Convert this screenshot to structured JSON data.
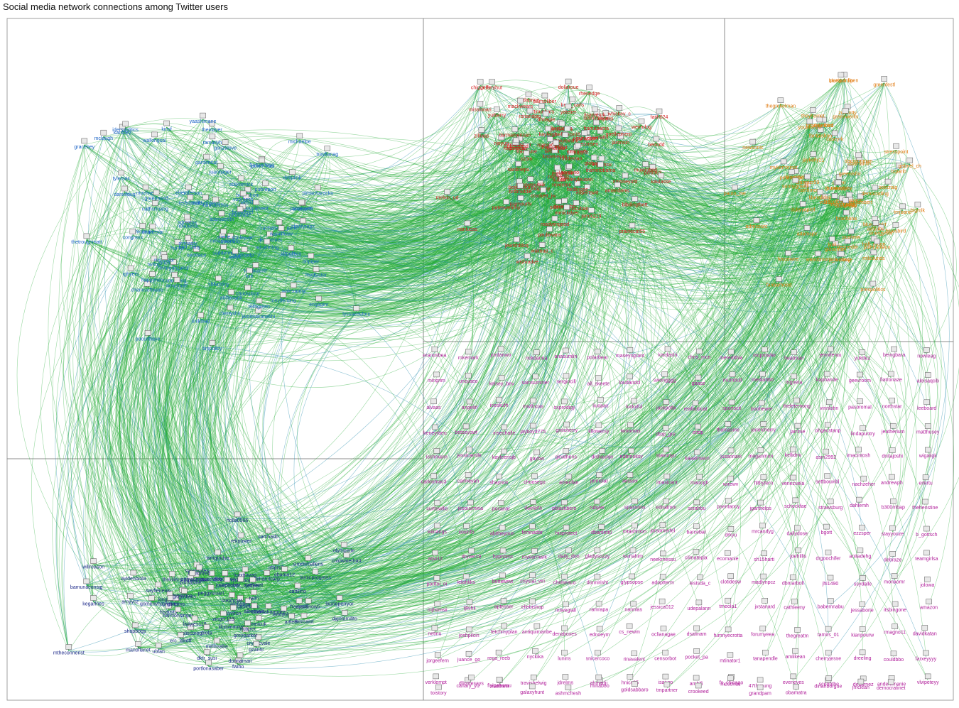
{
  "title": "Social media network connections among Twitter users",
  "colors": {
    "edge_primary": "#22aa33",
    "edge_secondary": "#2d8fb0",
    "frame": "#888888",
    "clusters": [
      "#1b63c6",
      "#d21f1f",
      "#e07a10",
      "#1e2a8a",
      "#222222",
      "#b01e9a",
      "#1b9a9a",
      "#4a7a1a"
    ]
  },
  "clusters": [
    {
      "id": "blue-left",
      "color_index": 0,
      "labels": [
        "abillpoardi",
        "gonzalove",
        "juannager",
        "danieldug",
        "mvdsister",
        "carlosrang",
        "mochnet",
        "adanielroth",
        "meltlynnjessi",
        "necklace",
        "ighyers",
        "nathcrmang",
        "engaginr",
        "redstatelib",
        "ontinetypi",
        "tambalastr",
        "democrats",
        "rachelle_a_peric",
        "chencsoftware",
        "kinsf",
        "gourseverit",
        "colorado",
        "samuelp",
        "greenmind",
        "fruitandegg",
        "ishkstrupr",
        "latpolitics",
        "chuckplum",
        "jamietakahashi",
        "michaelpe",
        "walexanny",
        "happyneo",
        "newsmatt",
        "jackm_klin",
        "staycerrick",
        "bonoitslef",
        "hunter",
        "lovingonzalez",
        "tonyfleming",
        "pubreport",
        "nolabelsb",
        "tomsandsis",
        "tylersax",
        "congress",
        "anakanth",
        "johnstone",
        "twitop",
        "gracebey",
        "snikbiari",
        "troyfianag",
        "deeplink",
        "repnotroi",
        "shirleyvan",
        "recovering",
        "theindyer",
        "kandaty",
        "lyssaedsforc",
        "thetroughmatt",
        "pimacharocks",
        "onpiper",
        "slowlyrepx",
        "cherryshin",
        "prosevans",
        "lord_platy",
        "avrnasty",
        "timpolicy",
        "ehenderson",
        "wanilifcaw",
        "sdrcome",
        "mmaswans",
        "walkingsal",
        "saddenno",
        "yaashimane",
        "willyz",
        "ramatiyh",
        "terrigreen",
        "boonehom",
        "shlumorg",
        "kirk",
        "pocurthaye",
        "hethiki",
        "voorhees",
        "oneil",
        "mclaugh",
        "oriene",
        "iderspolitics",
        "gardencat"
      ]
    },
    {
      "id": "red-top",
      "color_index": 1,
      "labels": [
        "peril963",
        "rapaiinf",
        "weimdog",
        "jewishbloq",
        "expertswit",
        "pamsiliber",
        "mujeriibrid",
        "brad_carls",
        "njeyun",
        "artinunbars",
        "faith024",
        "reconsev",
        "ronandjan",
        "drmccuban",
        "paulitwans",
        "libertarian",
        "zilliaqs",
        "jwpersi",
        "reventon",
        "missionari",
        "roadwingeed",
        "legalinsu",
        "hedlingoc",
        "prosethaik",
        "quicksilver",
        "wishradve",
        "thewhodunit",
        "itmoneyofd",
        "sunnysevan",
        "tisrmamerican",
        "joefrance16",
        "forintu37",
        "hmdenian",
        "chiggers",
        "wakeup_c",
        "pateswearhy",
        "jaronsin",
        "lindaprice",
        "rhenedge",
        "tiemaa",
        "beijerfeed",
        "stacyjune",
        "lisanaturk",
        "dollaroue",
        "yankeeinthe",
        "sarlatin",
        "s10m",
        "sardinepu",
        "fobpamy",
        "derekinhp",
        "lovertia",
        "rogernicka",
        "dhoagie",
        "jeamourhi",
        "tlubert",
        "tomferyfeusen",
        "kaulasse",
        "globalpa",
        "amandarec",
        "qoellepherp",
        "mamaclaire",
        "urarowdy",
        "whiskey_c",
        "mackwears",
        "mytwosen",
        "nanlucas",
        "giordano",
        "kayleigh",
        "sideond",
        "prairiecat55",
        "frametobama",
        "knowvecan",
        "northemp",
        "melvin_ud",
        "kjndfatai",
        "yatelier",
        "ssmprepublik",
        "jkwld",
        "mmickdyer",
        "blbdingtbett",
        "oboeseesd",
        "jefferyhut",
        "jerick213",
        "brittmiddle",
        "beoodd",
        "yutberry",
        "framabama",
        "crockett_jw",
        "peakwriter"
      ]
    },
    {
      "id": "orange-right",
      "color_index": 2,
      "labels": [
        "seecraig",
        "zuccotty",
        "ghhub",
        "ranlambert",
        "obamanith",
        "adamsjor",
        "bluesnrgirt",
        "bluesbird",
        "chsen",
        "glassman",
        "tcparlo",
        "rebelbird",
        "tomthembird",
        "lyoli",
        "brachana",
        "half_moon",
        "thegrekelman",
        "fieryreddr",
        "jaykelly21",
        "sraspinrer",
        "vd16",
        "wasobmon",
        "energyrew",
        "pullmanleon",
        "fantaishon",
        "penguinlinen",
        "humanityi",
        "fanbarhood",
        "adresourc",
        "greenfestl",
        "dubyyaprsf",
        "prespolitics",
        "newsonic",
        "gabriel_ch",
        "bigmlk",
        "mykerrorinst",
        "mk_rossenn",
        "earthmer",
        "liberalldsp",
        "democoding",
        "dacisionman",
        "theyhomet",
        "pcoliniw",
        "tmjbarie",
        "greenwerks",
        "stargazr59",
        "peteremoc",
        "p_austing",
        "caseyrk",
        "momsrising",
        "greenisfor",
        "bluesbird",
        "pauto_me",
        "sunnygmedi",
        "dekvmore",
        "bluehomtip",
        "tnbrchase",
        "youareinfo",
        "focuswire",
        "stresspoint",
        "actsubu",
        "grownupbay",
        "milsounds"
      ]
    },
    {
      "id": "navy-bottom-left",
      "color_index": 3,
      "labels": [
        "illuminautist",
        "thisisalot",
        "dktr_susi",
        "olympede",
        "holla0506",
        "jrbprof",
        "debohhew",
        "crypticvale",
        "fwiho",
        "wcleimont",
        "donnamari",
        "gomerwho",
        "fancyohna",
        "ubfan",
        "alphabits",
        "simonmallens",
        "watchdog",
        "coldwaterhart",
        "daveshafer",
        "peggystuart",
        "manoflanet",
        "mnicuk",
        "kegarlnes",
        "arfleer",
        "politicorog",
        "portlonasaber",
        "mtheconnerist",
        "greyparker",
        "danielensi",
        "obama12",
        "hbatista",
        "thekillers",
        "jaihamtcarp",
        "shapbogs",
        "sarimadb",
        "gzanhr",
        "laurieperryor",
        "harmonsinger",
        "iaminprogress",
        "ladyjess19",
        "jeffyer",
        "erc_idkoff",
        "luvxtravag",
        "bamunaconsig",
        "stevenotes",
        "rekpower",
        "frameall",
        "nyviron",
        "biola",
        "ratin",
        "iconoclast_atrickwat",
        "djgotamilito",
        "plumbline",
        "albernale",
        "ayidenbiola",
        "kingparker",
        "tnpolitics",
        "sayfienews",
        "rfuturet",
        "wmqradya",
        "obamaharmgrp",
        "zinger123",
        "josephnott",
        "bostonred",
        "willreason",
        "stephmat",
        "gwaves",
        "glmorris",
        "cattilino",
        "melissabe",
        "gkmintwits",
        "amyyoz",
        "spotshow5",
        "democrats"
      ]
    },
    {
      "id": "grid-mix",
      "color_index": 5,
      "labels": [
        "eranosbea",
        "mkemark",
        "jordanwo",
        "nckdanna",
        "anasumlin",
        "polarbear",
        "maseysgrant",
        "kardashi",
        "chris_mcn",
        "meredithia",
        "mcprowler",
        "heatman",
        "jenniferau",
        "yukdez",
        "beingbara",
        "nowleag",
        "mingrim",
        "uncyaeo",
        "kelsey_bev",
        "samsummer",
        "sergiocill",
        "all_skeete",
        "loudandcl",
        "swongggg",
        "gbaoz",
        "mumbull",
        "media360",
        "mgneta",
        "kaphande",
        "geevroom",
        "fiatronaze",
        "aleisaqcib",
        "alvaas",
        "angelirl",
        "iceskufh",
        "mwfincas",
        "oxprodigy",
        "liuopas",
        "luckyful",
        "jackpotbi",
        "realbobcat",
        "sportscit",
        "boohewer",
        "theletemong",
        "vinnlahn",
        "pasoromal",
        "northstar",
        "leeboard",
        "keneyrbeu",
        "betseyowf",
        "irisechalle",
        "jayboy3775",
        "gnitcherry",
        "kflowersy",
        "twoomas",
        "dtop_gre",
        "ettdp",
        "thomasine",
        "jonmcherry",
        "jarrinie",
        "ohgecstanp",
        "lindapuntry",
        "jeatherium",
        "matthusey",
        "ischmann",
        "jessicamile",
        "kayleensjb",
        "gaybw",
        "ginathens",
        "drshaunjo",
        "edbrooksy",
        "stavunyu",
        "kaaatmaun",
        "jusannavi",
        "meganmon",
        "kellidriv",
        "asm2992",
        "imacintosh",
        "dnitajoshi",
        "wigaligk",
        "carlosmac3",
        "carlneyah",
        "shaynus",
        "choosego",
        "amerifan",
        "jennolar",
        "ilessex",
        "imasicant",
        "maoogh",
        "wirewv",
        "filthyfern",
        "venezuela",
        "settbouvibl",
        "nachzeher",
        "andrewph",
        "erikrtu",
        "curtiswllis",
        "jesouvmina",
        "pocanar",
        "daelarts",
        "pblackbern",
        "rubylei",
        "spaxsons",
        "ednalmm",
        "serahbu",
        "psentanny",
        "jgarthelps",
        "schockfae",
        "strawsburg",
        "dahlemh",
        "b300mbap",
        "thehenstine",
        "wilirangs",
        "xosinfo",
        "abitheyoun",
        "femnadar",
        "hisprotect",
        "dbartlett0",
        "mtashroon",
        "jorsomerfel",
        "barcebar",
        "drkyu",
        "mrcandyg",
        "dailydose",
        "bgott",
        "ezzsper",
        "stayyooze",
        "b_gottsch",
        "arjw12",
        "dryver19",
        "hypnomc",
        "myearmark",
        "daily_don",
        "gladysozzy",
        "wuriahim",
        "neekrnessu",
        "climatepla",
        "ecomanie",
        "sh15harti",
        "joehillis",
        "drgoochifer",
        "anitadehg",
        "debraze",
        "teamgirlsa",
        "portfoi_oi",
        "lelahkks",
        "bettiewwt",
        "cnystal_wri",
        "chelseaco",
        "donnirisht",
        "glypsopse",
        "adoptterm",
        "lestsda_c",
        "clotidesw",
        "madlynpcz",
        "dbmarboll",
        "jhi1490",
        "ssydalle",
        "monaomr",
        "jolowa",
        "mjhomsii",
        "tjlishii",
        "aptesser",
        "ellebishop",
        "mtwegiall",
        "ramrapa",
        "nannlas",
        "jessica012",
        "udepalann",
        "tmeola1",
        "jvstanard",
        "cathleeny",
        "babemnabu",
        "jessaborie",
        "itsbingone",
        "amazon",
        "netinu",
        "joshpilcin",
        "fetchmyplan",
        "antiquimanbe",
        "denaboxes",
        "ednoeym",
        "cs_newm",
        "oclianagae",
        "dsalinam",
        "fumnyecrotta",
        "forumyeea",
        "thegreatm",
        "tamirs_01",
        "kianpourw",
        "rmagno11",
        "davidkatan",
        "jorgeefern",
        "juance_go",
        "rega_reeb",
        "nyckika",
        "lunins",
        "snicercoco",
        "rinavalent",
        "censorbot",
        "pocket_pa",
        "mtinator1",
        "tanapendle",
        "amlikean",
        "cherryjesse",
        "dreeling",
        "couldbbo",
        "farxeyyyy",
        "verklempt",
        "canary_yu",
        "matthew",
        "travishelwig",
        "jdrelms",
        "minaboo",
        "hnics85",
        "isaiuro",
        "amhifi",
        "fs_chicago",
        "47thyoung",
        "eveneyes",
        "dinahborgue",
        "dezarnez",
        "andemmanie",
        "vlvipeteyy",
        "toistory",
        "dliontesays",
        "fiyipahamu",
        "galaxyhunt",
        "ashmcfresh",
        "ahmadji",
        "goldsabbaro",
        "tmpartner",
        "crookeed",
        "mosoriac",
        "grandpam",
        "obamatra",
        "scoopthe",
        "jmclean",
        "democratinet"
      ]
    }
  ]
}
